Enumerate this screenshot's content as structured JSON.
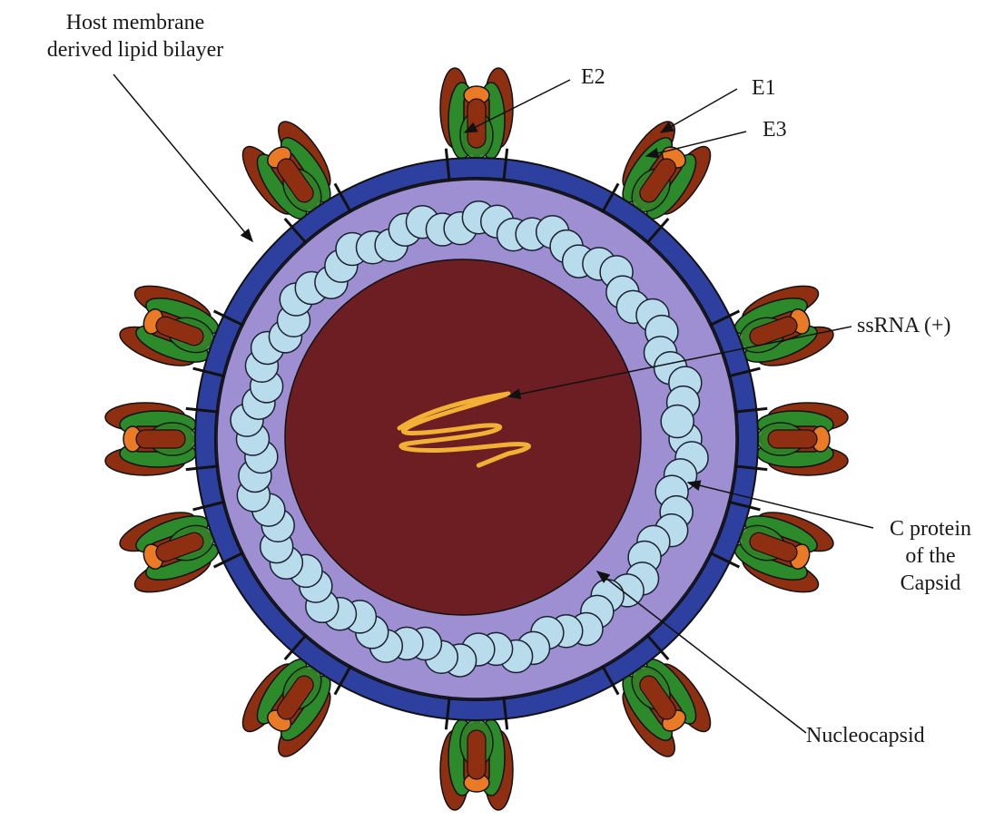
{
  "labels": {
    "host_line1": "Host membrane",
    "host_line2": "derived lipid bilayer",
    "e2": "E2",
    "e1": "E1",
    "e3": "E3",
    "ssrna": "ssRNA (+)",
    "cprot_line1": "C protein",
    "cprot_line2": "of the",
    "cprot_line3": "Capsid",
    "nucleocapsid": "Nucleocapsid"
  },
  "colors": {
    "envelope": "#2d40a0",
    "envelope_inner": "#3a4fb8",
    "outer_layer": "#9d8fd2",
    "capsid_protein": "#b9dcec",
    "core": "#6c1e22",
    "rna": "#f2b134",
    "spike_green": "#2d8a2a",
    "spike_brown": "#8f2f12",
    "spike_orange": "#ea7a26"
  },
  "icons": {
    "spike": "glycoprotein-spike-icon",
    "capsomer": "capsid-protein-icon"
  }
}
